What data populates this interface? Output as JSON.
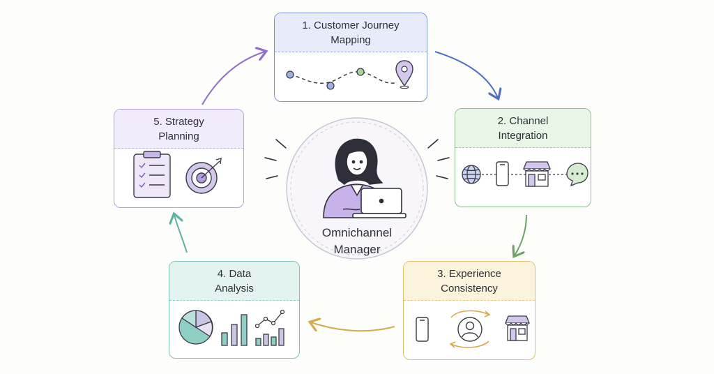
{
  "center": {
    "label": "Omnichannel\nManager"
  },
  "steps": [
    {
      "title": "1. Customer Journey\nMapping",
      "color": "#7f93cf"
    },
    {
      "title": "2. Channel\nIntegration",
      "color": "#8cc08a"
    },
    {
      "title": "3. Experience\nConsistency",
      "color": "#e0c072"
    },
    {
      "title": "4. Data\nAnalysis",
      "color": "#7fc2b7"
    },
    {
      "title": "5. Strategy\nPlanning",
      "color": "#b6a2d8"
    }
  ],
  "icons": {
    "step1": [
      "journey-path-icon",
      "location-pin-icon"
    ],
    "step2": [
      "globe-icon",
      "smartphone-icon",
      "storefront-icon",
      "chat-bubble-icon"
    ],
    "step3": [
      "smartphone-icon",
      "customer-profile-icon",
      "storefront-icon"
    ],
    "step4": [
      "pie-chart-icon",
      "bar-chart-icon",
      "trend-chart-icon"
    ],
    "step5": [
      "checklist-clipboard-icon",
      "target-icon"
    ],
    "center": [
      "manager-with-laptop-icon"
    ]
  }
}
